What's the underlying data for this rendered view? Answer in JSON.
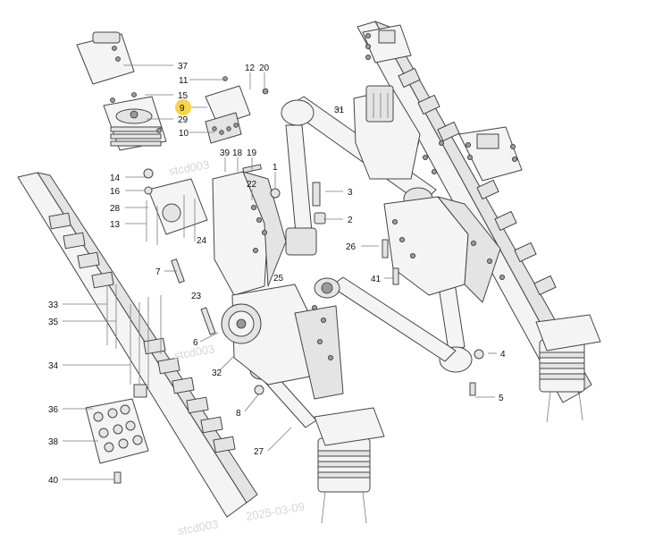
{
  "highlight_color": "#f7d44a",
  "callouts": [
    {
      "id": "37",
      "text": "37",
      "highlighted": false
    },
    {
      "id": "11",
      "text": "11",
      "highlighted": false
    },
    {
      "id": "15",
      "text": "15",
      "highlighted": false
    },
    {
      "id": "9",
      "text": "9",
      "highlighted": true
    },
    {
      "id": "29",
      "text": "29",
      "highlighted": false
    },
    {
      "id": "10",
      "text": "10",
      "highlighted": false
    },
    {
      "id": "12",
      "text": "12",
      "highlighted": false
    },
    {
      "id": "20",
      "text": "20",
      "highlighted": false
    },
    {
      "id": "31",
      "text": "31",
      "highlighted": false
    },
    {
      "id": "39",
      "text": "39",
      "highlighted": false
    },
    {
      "id": "18",
      "text": "18",
      "highlighted": false
    },
    {
      "id": "19",
      "text": "19",
      "highlighted": false
    },
    {
      "id": "1",
      "text": "1",
      "highlighted": false
    },
    {
      "id": "22",
      "text": "22",
      "highlighted": false
    },
    {
      "id": "3",
      "text": "3",
      "highlighted": false
    },
    {
      "id": "2",
      "text": "2",
      "highlighted": false
    },
    {
      "id": "14",
      "text": "14",
      "highlighted": false
    },
    {
      "id": "16",
      "text": "16",
      "highlighted": false
    },
    {
      "id": "28",
      "text": "28",
      "highlighted": false
    },
    {
      "id": "13",
      "text": "13",
      "highlighted": false
    },
    {
      "id": "24",
      "text": "24",
      "highlighted": false
    },
    {
      "id": "26",
      "text": "26",
      "highlighted": false
    },
    {
      "id": "41",
      "text": "41",
      "highlighted": false
    },
    {
      "id": "7",
      "text": "7",
      "highlighted": false
    },
    {
      "id": "25",
      "text": "25",
      "highlighted": false
    },
    {
      "id": "23",
      "text": "23",
      "highlighted": false
    },
    {
      "id": "33",
      "text": "33",
      "highlighted": false
    },
    {
      "id": "35",
      "text": "35",
      "highlighted": false
    },
    {
      "id": "6",
      "text": "6",
      "highlighted": false
    },
    {
      "id": "4",
      "text": "4",
      "highlighted": false
    },
    {
      "id": "32",
      "text": "32",
      "highlighted": false
    },
    {
      "id": "34",
      "text": "34",
      "highlighted": false
    },
    {
      "id": "5",
      "text": "5",
      "highlighted": false
    },
    {
      "id": "8",
      "text": "8",
      "highlighted": false
    },
    {
      "id": "36",
      "text": "36",
      "highlighted": false
    },
    {
      "id": "27",
      "text": "27",
      "highlighted": false
    },
    {
      "id": "38",
      "text": "38",
      "highlighted": false
    },
    {
      "id": "40",
      "text": "40",
      "highlighted": false
    }
  ],
  "watermarks": [
    "stcd003",
    "stcd003",
    "stcd003",
    "2025-03-09"
  ]
}
